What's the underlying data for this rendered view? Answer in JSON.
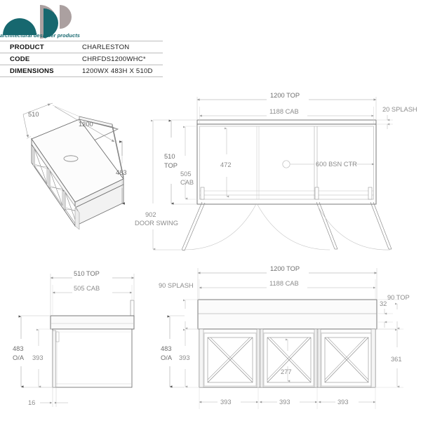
{
  "brand": {
    "tagline": "architectural designer products",
    "colors": {
      "teal": "#17686F",
      "grey": "#ABA0A0"
    },
    "marks": [
      "teal-dome",
      "grey-half-circle",
      "teal-half-circle",
      "grey-half-circle-small"
    ]
  },
  "spec": {
    "rows": [
      {
        "label": "PRODUCT",
        "value": "CHARLESTON"
      },
      {
        "label": "CODE",
        "value": "CHRFDS1200WHC*"
      },
      {
        "label": "DIMENSIONS",
        "value": "1200WX 483H X 510D"
      }
    ]
  },
  "views": {
    "iso": {
      "name": "isometric-view",
      "dims": {
        "depth": "510",
        "width": "1200",
        "height": "483"
      }
    },
    "plan": {
      "name": "plan-view",
      "dims": {
        "top_width": "1200 TOP",
        "cab_width": "1188 CAB",
        "splash": "20 SPLASH",
        "top_depth_a": "510",
        "top_depth_b": "TOP",
        "cab_depth_a": "505",
        "cab_depth_b": "CAB",
        "inner_depth": "472",
        "basin_ctr": "600 BSN CTR",
        "door_swing_a": "902",
        "door_swing_b": "DOOR SWING"
      }
    },
    "side": {
      "name": "side-elevation-view",
      "dims": {
        "top_depth": "510 TOP",
        "cab_depth": "505 CAB",
        "overall_h_a": "483",
        "overall_h_b": "O/A",
        "cab_h": "393",
        "toe": "16"
      }
    },
    "front": {
      "name": "front-elevation-view",
      "dims": {
        "top_width": "1200 TOP",
        "cab_width": "1188 CAB",
        "splash": "90 SPLASH",
        "top_thk": "90 TOP",
        "rail": "32",
        "door_h": "361",
        "overall_h_a": "483",
        "overall_h_b": "O/A",
        "cab_h": "393",
        "x_panel": "277",
        "door_widths": [
          "393",
          "393",
          "393"
        ]
      }
    }
  }
}
